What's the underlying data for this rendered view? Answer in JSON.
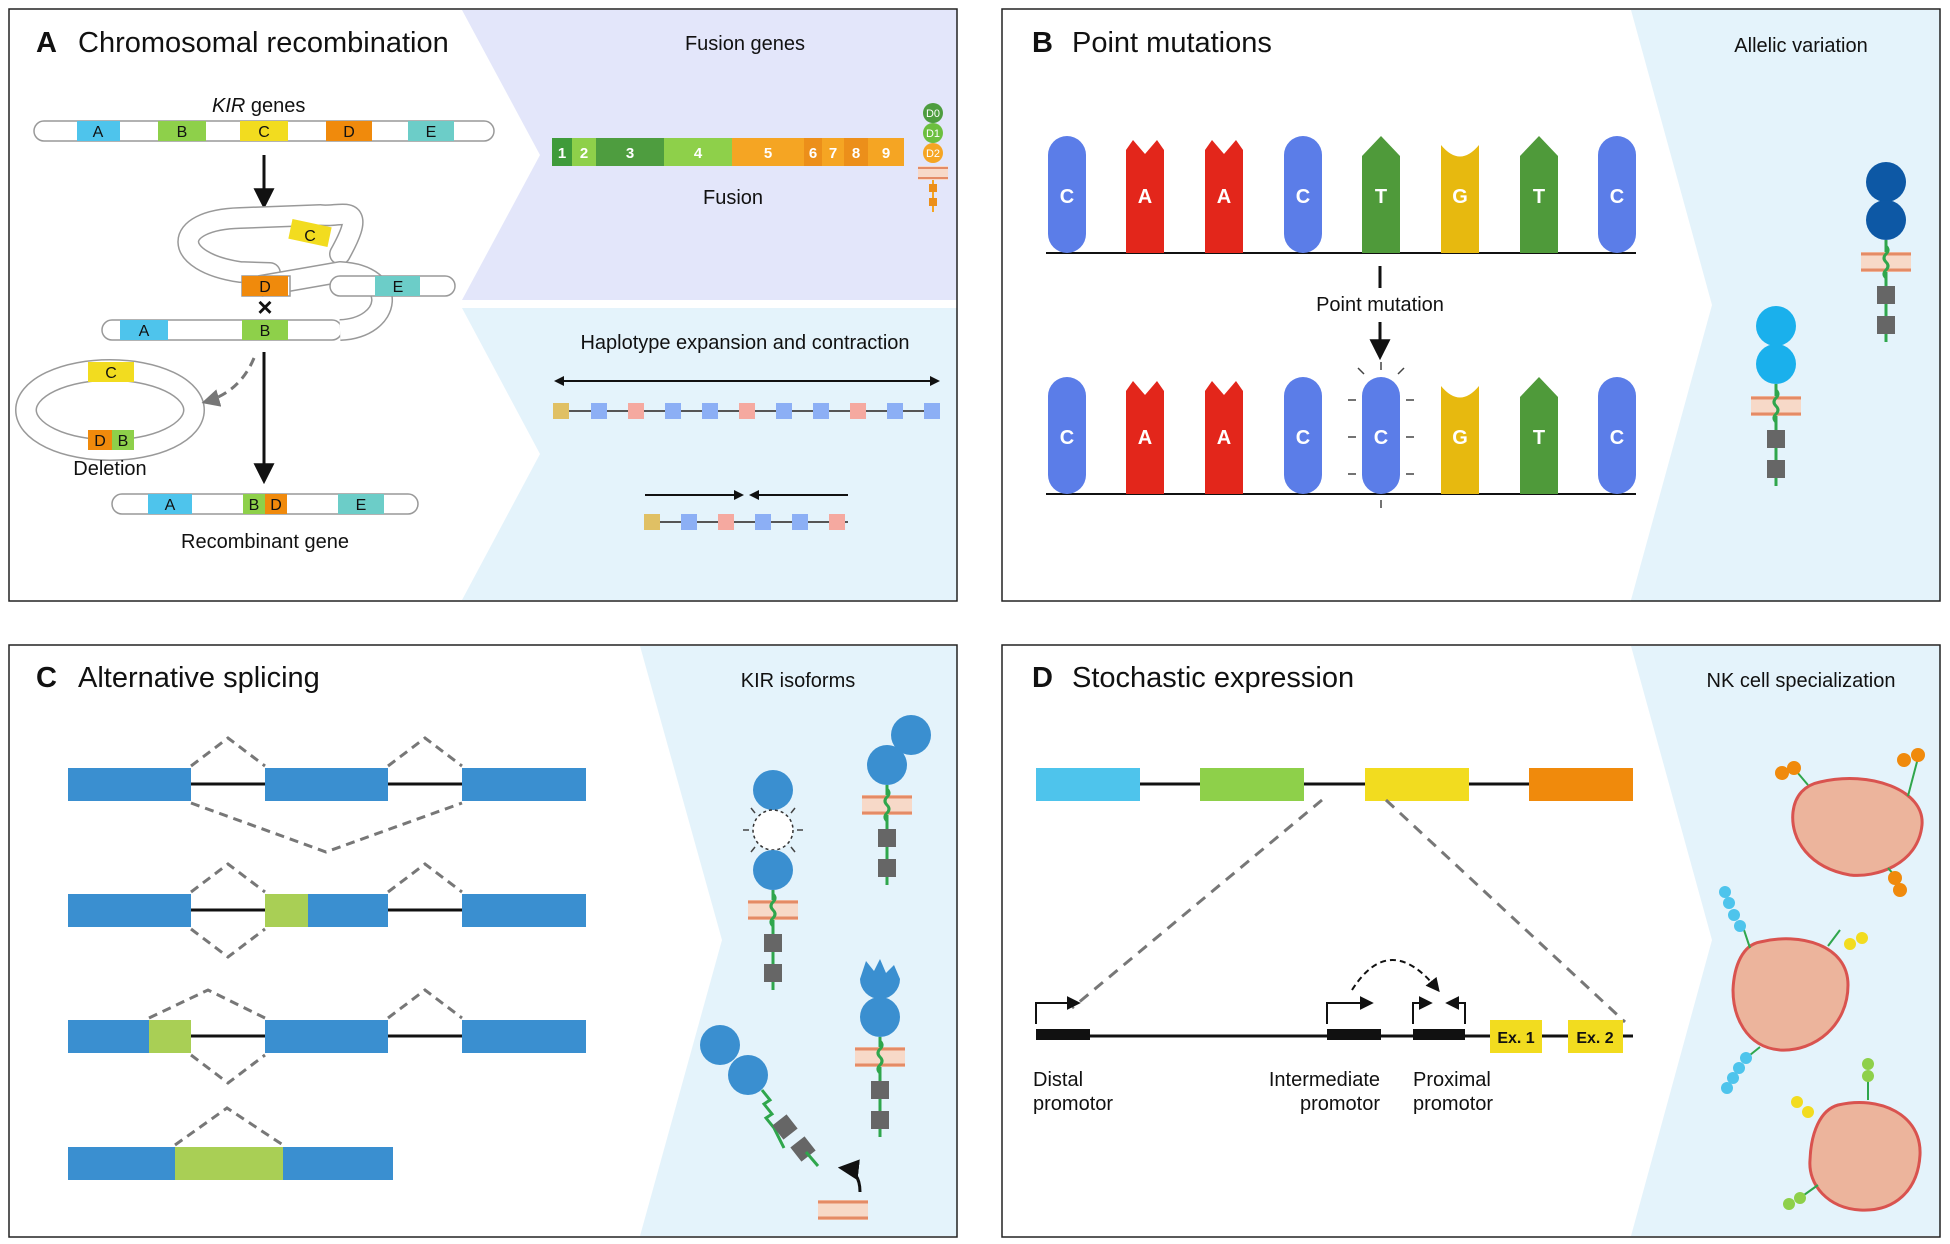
{
  "panelA": {
    "letter": "A",
    "title": "Chromosomal recombination",
    "kir_italic": "KIR",
    "kir_rest": " genes",
    "genes": [
      "A",
      "B",
      "C",
      "D",
      "E"
    ],
    "deletion": "Deletion",
    "recombinant": "Recombinant gene",
    "fusion_title": "Fusion genes",
    "fusion_label": "Fusion",
    "exons": [
      "1",
      "2",
      "3",
      "4",
      "5",
      "6",
      "7",
      "8",
      "9"
    ],
    "domains": [
      "D0",
      "D1",
      "D2"
    ],
    "haplotype_title": "Haplotype expansion and contraction"
  },
  "panelB": {
    "letter": "B",
    "title": "Point mutations",
    "side_title": "Allelic variation",
    "seq_top": [
      "C",
      "A",
      "A",
      "C",
      "T",
      "G",
      "T",
      "C"
    ],
    "seq_bottom": [
      "C",
      "A",
      "A",
      "C",
      "C",
      "G",
      "T",
      "C"
    ],
    "mutation_label": "Point mutation"
  },
  "panelC": {
    "letter": "C",
    "title": "Alternative splicing",
    "side_title": "KIR isoforms"
  },
  "panelD": {
    "letter": "D",
    "title": "Stochastic expression",
    "side_title": "NK cell specialization",
    "exon1": "Ex. 1",
    "exon2": "Ex. 2",
    "distal_1": "Distal",
    "distal_2": "promotor",
    "intermediate_1": "Intermediate",
    "intermediate_2": "promotor",
    "proximal_1": "Proximal",
    "proximal_2": "promotor"
  },
  "colors": {
    "A": "#4ec4ec",
    "B": "#8ed04a",
    "C": "#f2dc1f",
    "D": "#f08a0c",
    "E": "#6ccdc8",
    "exon_blue": "#3a8fd0",
    "exon_green": "#a9cf55",
    "nk_cell": "#ecb49c"
  }
}
